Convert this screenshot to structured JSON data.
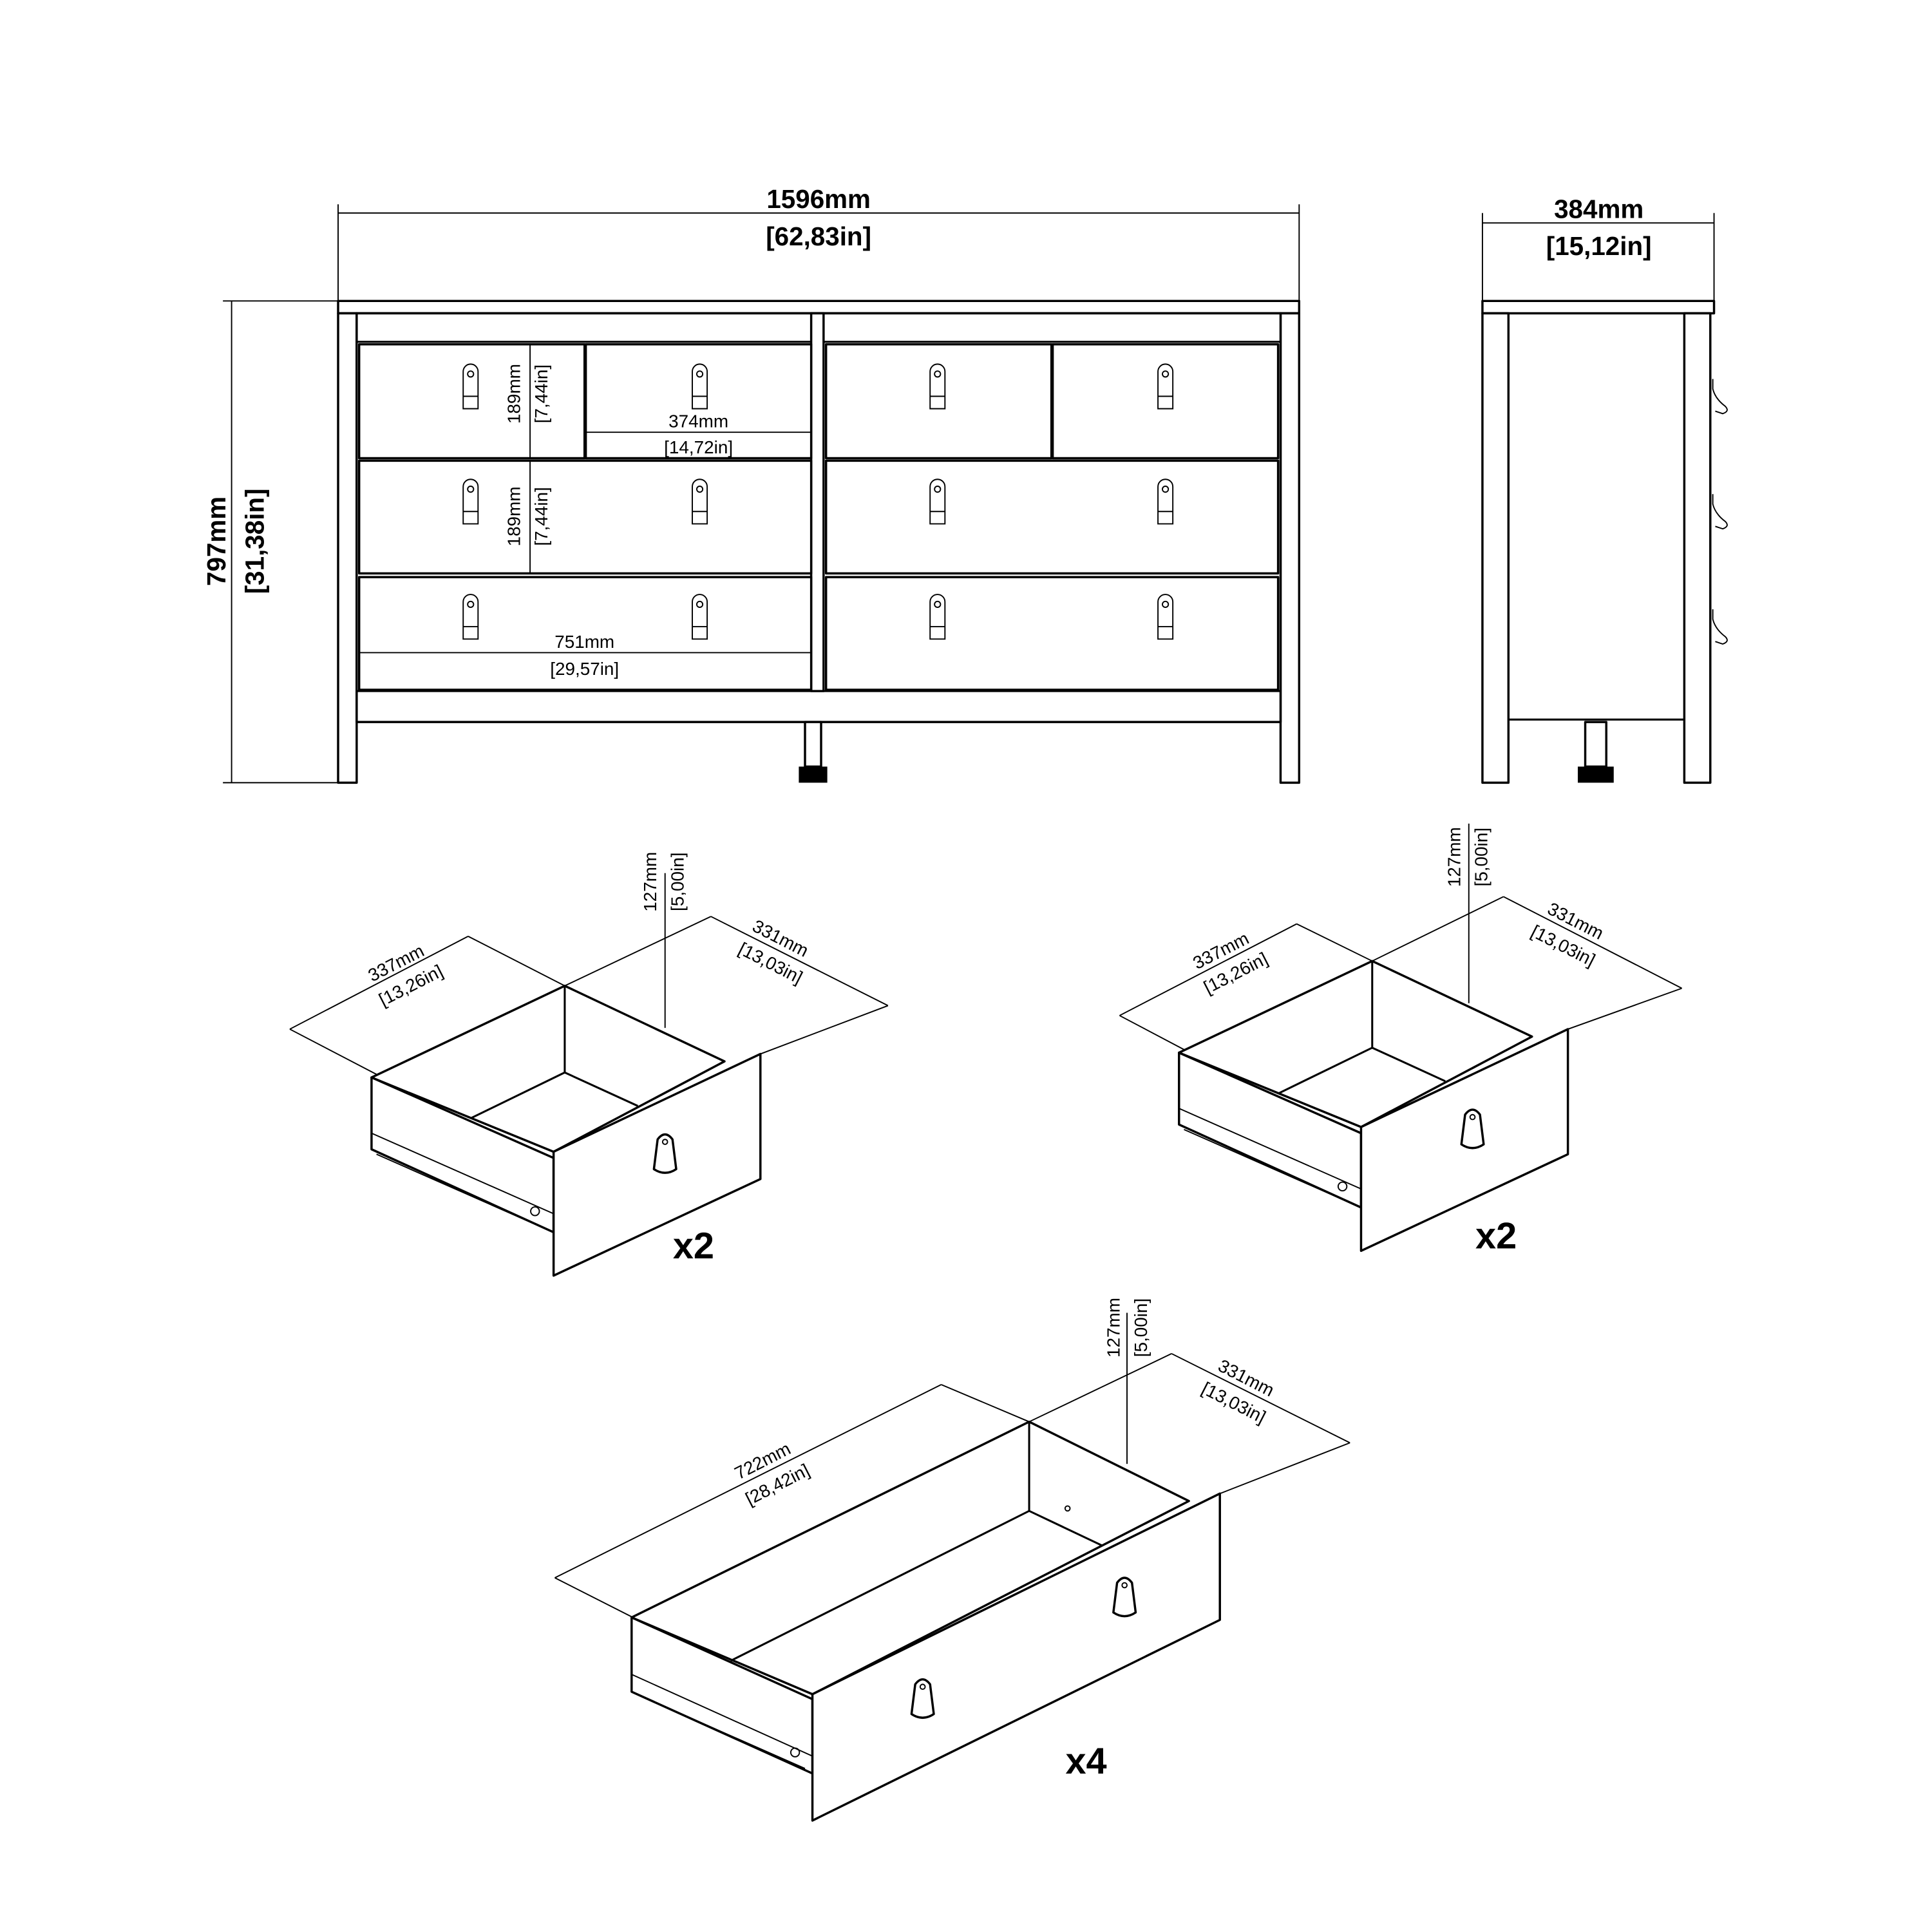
{
  "front_view": {
    "width_mm": "1596mm",
    "width_in": "[62,83in]",
    "height_mm": "797mm",
    "height_in": "[31,38in]",
    "drawer_height_1_mm": "189mm",
    "drawer_height_1_in": "[7,44in]",
    "drawer_height_2_mm": "189mm",
    "drawer_height_2_in": "[7,44in]",
    "small_drawer_width_mm": "374mm",
    "small_drawer_width_in": "[14,72in]",
    "large_drawer_width_mm": "751mm",
    "large_drawer_width_in": "[29,57in]"
  },
  "side_view": {
    "depth_mm": "384mm",
    "depth_in": "[15,12in]"
  },
  "drawers": [
    {
      "width_mm": "337mm",
      "width_in": "[13,26in]",
      "depth_mm": "331mm",
      "depth_in": "[13,03in]",
      "height_mm": "127mm",
      "height_in": "[5,00in]",
      "quantity": "x2"
    },
    {
      "width_mm": "337mm",
      "width_in": "[13,26in]",
      "depth_mm": "331mm",
      "depth_in": "[13,03in]",
      "height_mm": "127mm",
      "height_in": "[5,00in]",
      "quantity": "x2"
    },
    {
      "width_mm": "722mm",
      "width_in": "[28,42in]",
      "depth_mm": "331mm",
      "depth_in": "[13,03in]",
      "height_mm": "127mm",
      "height_in": "[5,00in]",
      "quantity": "x4"
    }
  ]
}
